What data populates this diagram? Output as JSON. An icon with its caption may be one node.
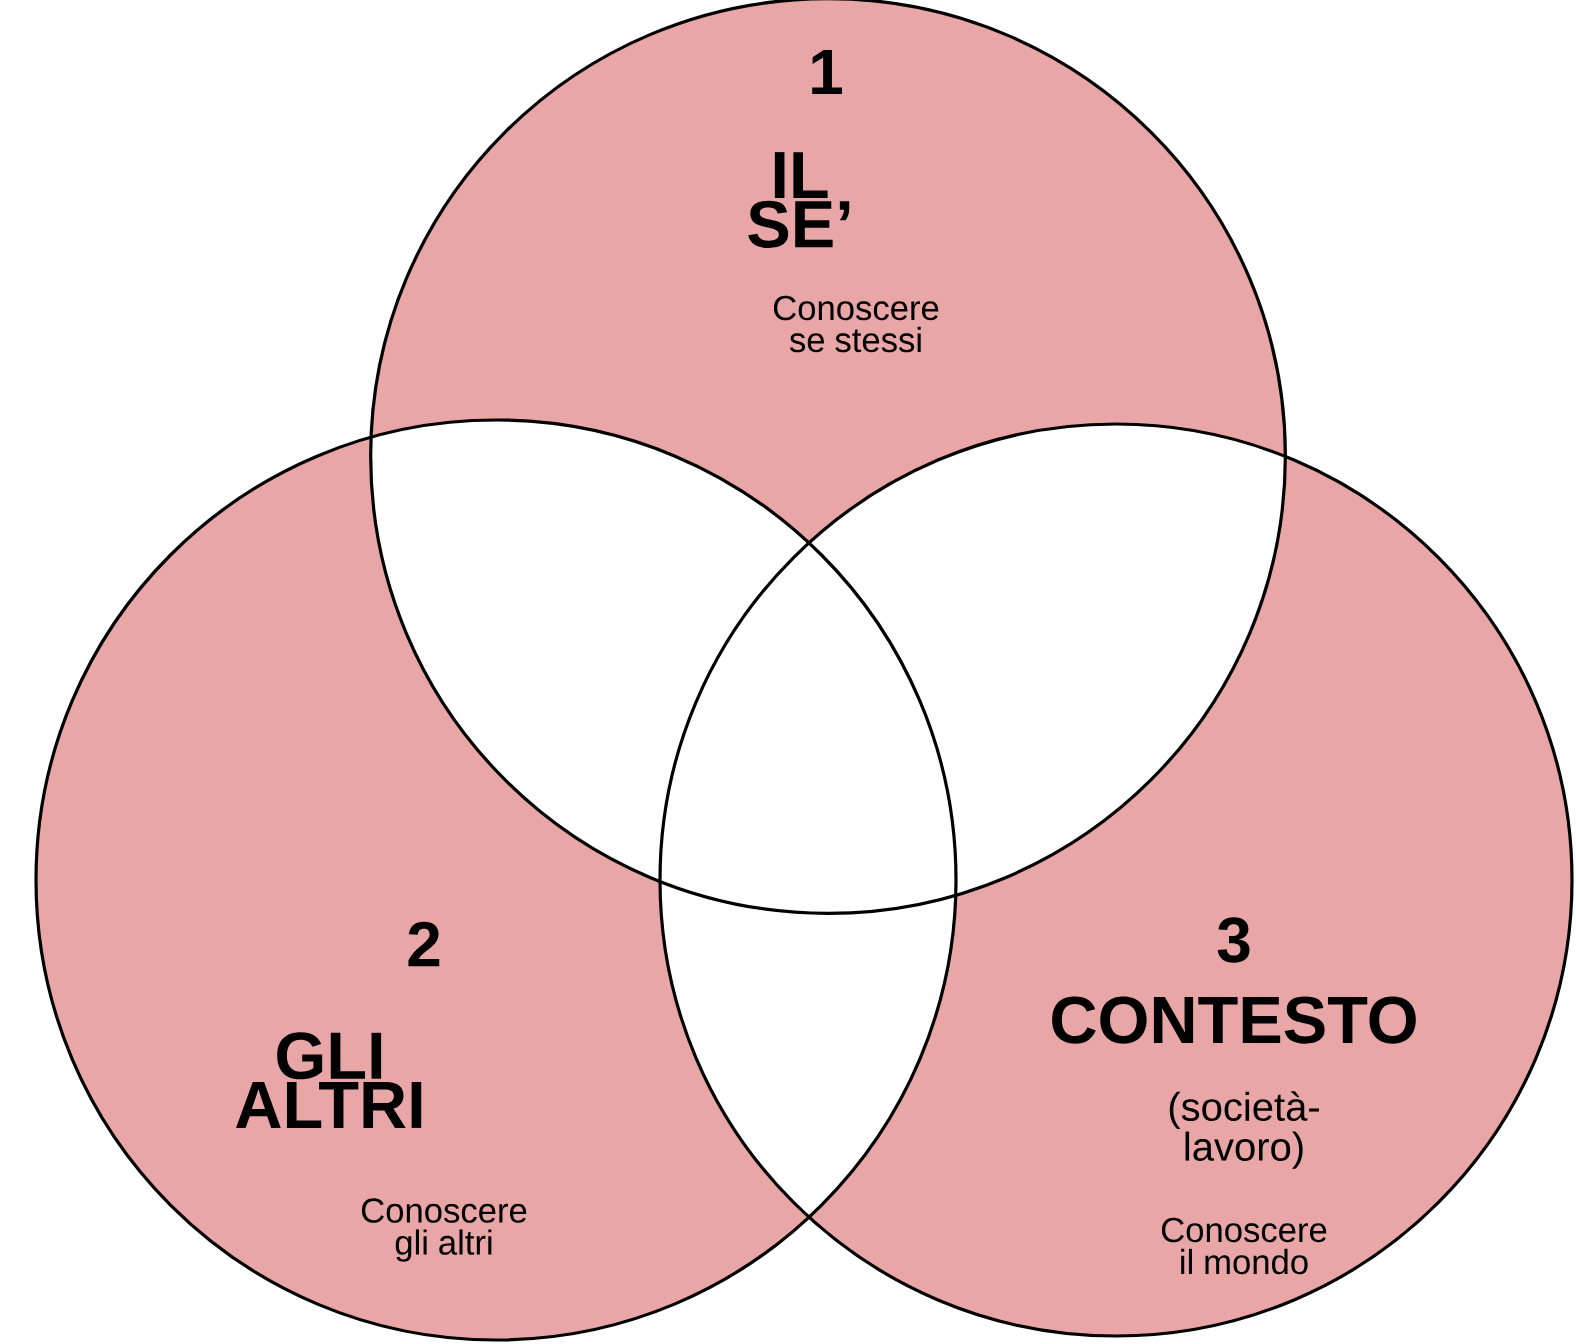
{
  "diagram": {
    "nodes": [
      {
        "text": [
          "1",
          "IL SE’",
          "Conoscere se stessi"
        ]
      },
      {
        "text": [
          "2",
          "GLI ALTRI",
          "Conoscere gli altri"
        ]
      },
      {
        "text": [
          "3",
          "CONTESTO",
          "(società- lavoro)",
          "Conoscere il mondo"
        ]
      }
    ]
  }
}
